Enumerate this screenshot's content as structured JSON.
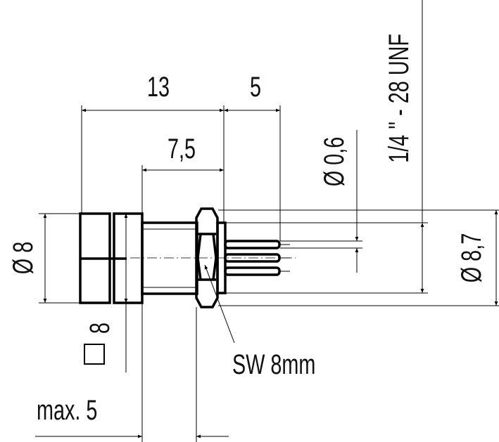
{
  "drawing": {
    "dimensions": {
      "overall_length": "13",
      "pin_length": "5",
      "thread_length": "7,5",
      "body_diameter": "Ø 8",
      "square": "8",
      "pin_diameter": "Ø 0,6",
      "thread": "1/4 '' - 28 UNF",
      "nut_diameter": "Ø 8,7",
      "panel_thickness": "max. 5",
      "wrench_size": "SW 8mm"
    }
  }
}
